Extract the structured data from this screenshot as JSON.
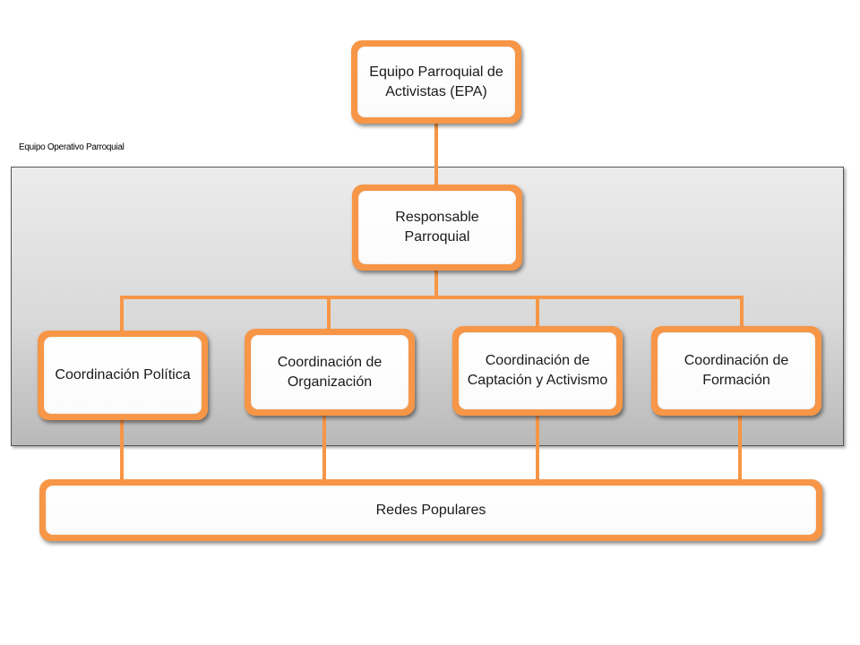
{
  "group": {
    "label": "Equipo Operativo Parroquial"
  },
  "nodes": {
    "epa": "Equipo Parroquial de Activistas (EPA)",
    "responsable": "Responsable Parroquial",
    "politica": "Coordinación Política",
    "organizacion": "Coordinación de Organización",
    "captacion": "Coordinación de Captación y Activismo",
    "formacion": "Coordinación de Formación",
    "redes": "Redes Populares"
  },
  "colors": {
    "accent": "#f79646",
    "panel_top": "#ececec",
    "panel_bottom": "#b9b9b9",
    "node_fill": "#ffffff",
    "text": "#1a1a1a"
  }
}
